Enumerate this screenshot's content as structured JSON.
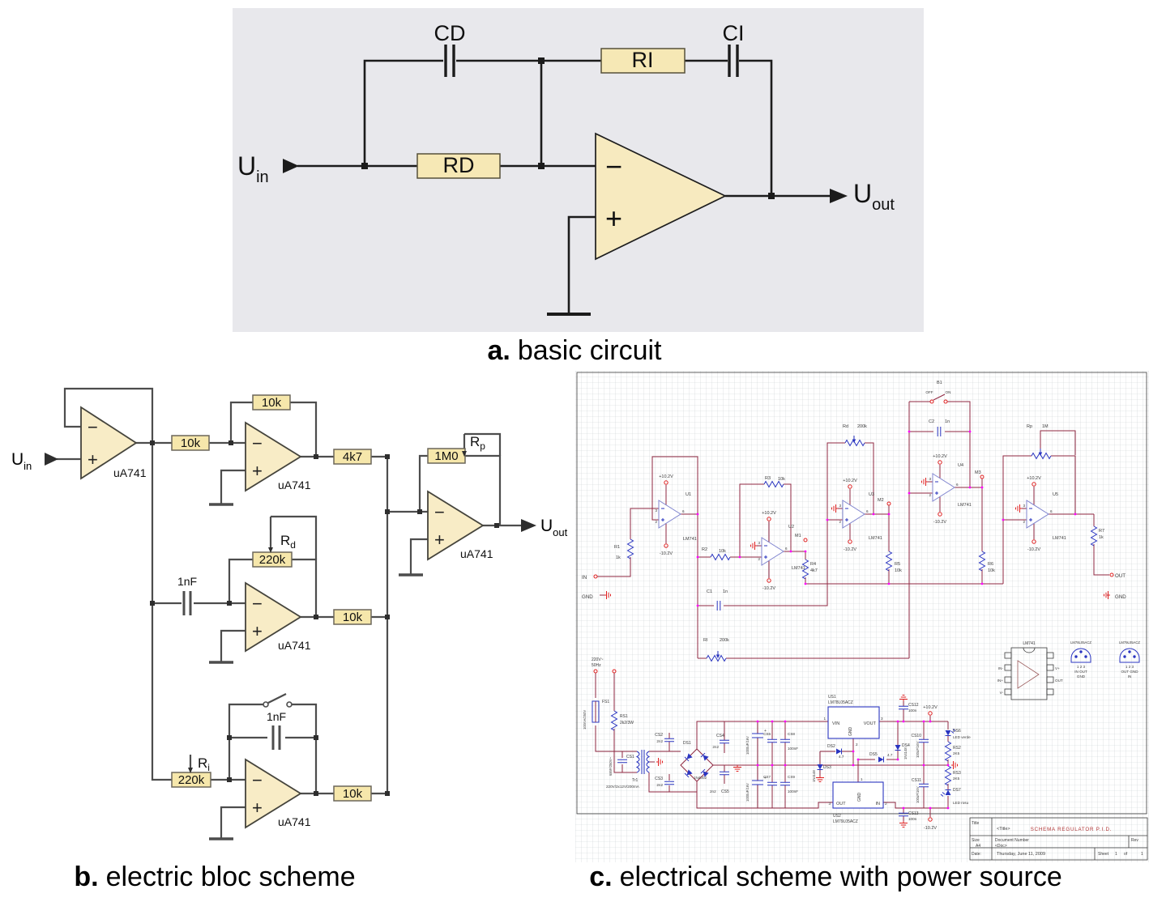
{
  "colors": {
    "panel_a_bg": "#e8e8ec",
    "component_fill": "#f6e8b5",
    "wire_black": "#1b1b1b",
    "wire_gray": "#4d4d4d",
    "schematic_wire_maroon": "#8f2740",
    "schematic_blue": "#2a35c0",
    "schematic_red": "#e02020",
    "junction_magenta": "#ff00ff",
    "title_red": "#b03434"
  },
  "captions": {
    "a_prefix": "a.",
    "a_text": "basic circuit",
    "b_prefix": "b.",
    "b_text": "electric bloc scheme",
    "c_prefix": "c.",
    "c_text": "electrical scheme with power source"
  },
  "a": {
    "u_in": "U",
    "u_in_sub": "in",
    "u_out": "U",
    "u_out_sub": "out",
    "cd": "CD",
    "ri": "RI",
    "ci": "CI",
    "rd": "RD",
    "minus": "−",
    "plus": "+"
  },
  "b": {
    "u_in": "U",
    "u_in_sub": "in",
    "u_out": "U",
    "u_out_sub": "out",
    "amp": "uA741",
    "minus": "−",
    "plus": "+",
    "r_series1": "10k",
    "r_fb": "10k",
    "r_out_p": "4k7",
    "c_d": "1nF",
    "r_d": "220k",
    "r_out_d": "10k",
    "c_i": "1nF",
    "r_i": "220k",
    "r_out_i": "10k",
    "r_fb_out": "1M0",
    "rd": "R",
    "rd_sub": "d",
    "ri": "R",
    "ri_sub": "i",
    "rp": "R",
    "rp_sub": "p"
  },
  "c": {
    "vplus": "+10.2V",
    "vminus": "-10.2V",
    "chip": "LM741",
    "io": {
      "in": "IN",
      "gnd_in": "GND",
      "out": "OUT",
      "gnd_out": "GND"
    },
    "u1": "U1",
    "u2": "U2",
    "u3": "U3",
    "u4": "U4",
    "u5": "U5",
    "m1": "M1",
    "m2": "M2",
    "m3": "M3",
    "pin3": "3",
    "pin2": "2",
    "pin6": "6",
    "r1": "R1",
    "r1v": "1k",
    "r2": "R2",
    "r2v": "10k",
    "r3": "R3",
    "r3v": "10k",
    "r4": "R4",
    "r4v": "4k7",
    "r5": "R5",
    "r5v": "10k",
    "r6": "R6",
    "r6v": "10k",
    "r7": "R7",
    "r7v": "1k",
    "rd": "Rd",
    "rdv": "200k",
    "ri": "RI",
    "riv": "200k",
    "rp": "Rp",
    "rpv": "1M",
    "c1": "C1",
    "c1v": "1n",
    "c2": "C2",
    "c2v": "1n",
    "b1": "B1",
    "off": "OFF",
    "on": "ON",
    "ps": {
      "mains": "220V~",
      "hz": "50Hz",
      "fs1": "FS1",
      "fs1v": "100mA/250V",
      "rs1": "RS1",
      "rs1v": "2k2/3W",
      "cs1": "CS1",
      "cs1v": "68nF/250V~",
      "tr1": "Tr1",
      "tr1v": "220V/2x12V/200mA",
      "ds1": "DS1",
      "ds1v": "1N4002",
      "cs2": "CS2",
      "cs2v": "2n2",
      "cs3": "CS3",
      "cs3v": "2n2",
      "cs4": "CS4",
      "cs4v": "2n2",
      "cs5": "CS5",
      "cs5v": "2n2",
      "elco": "1000uF/16V",
      "plus": "+",
      "cs6": "CS6",
      "cs7": "CS7",
      "cs8": "CS8",
      "cs8v": "100nF",
      "cs9": "CS9",
      "cs9v": "100nF",
      "us1": "US1",
      "us1v": "LM78L05ACZ",
      "us2": "US2",
      "us2v": "LM79L05ACZ",
      "vin": "VIN",
      "vout": "VOUT",
      "gnd": "GND",
      "outp": "OUT",
      "inp": "IN",
      "p1": "1",
      "p2": "2",
      "p3": "3",
      "ds2": "DS2",
      "ds3": "DS3",
      "ds3v": "1N4148",
      "ds4": "DS4",
      "ds4v": "1N4148",
      "ds5": "DS5",
      "z47": "4.7",
      "cs10": "CS10",
      "cs10v": "100uF/16V",
      "cs11": "CS11",
      "cs11v": "100uF/16V",
      "cs12": "CS12",
      "cs12v": "100n",
      "cs13": "CS13",
      "cs13v": "100n",
      "rs2": "RS2",
      "rs2v": "2K5",
      "rs3": "RS3",
      "rs3v": "2K5",
      "ds6": "DS6",
      "ds6v": "LED verde",
      "ds7": "DS7",
      "ds7v": "LED rosu"
    },
    "insets": {
      "dip": "LM741",
      "inm": "IN-",
      "inp": "IN+",
      "vm": "V-",
      "vp": "V+",
      "out": "OUT",
      "reg1": "LM78L05ACZ",
      "reg2": "LM79L05ACZ",
      "p123": "1 2 3",
      "row_a": "IN  OUT",
      "gnd": "GND",
      "row_b": "OUT GND",
      "inb": "IN"
    },
    "tb": {
      "title_lbl": "Title",
      "title_ph": "<Title>",
      "title": "SCHEMA REGULATOR P.I.D.",
      "size_lbl": "Size",
      "size": "A4",
      "doc_lbl": "Document Number",
      "doc": "<Doc>",
      "rev": "Rev",
      "date_lbl": "Date:",
      "date": "Thursday, June 11, 2009",
      "sheet": "Sheet",
      "s1": "1",
      "of": "of",
      "s2": "1"
    }
  }
}
